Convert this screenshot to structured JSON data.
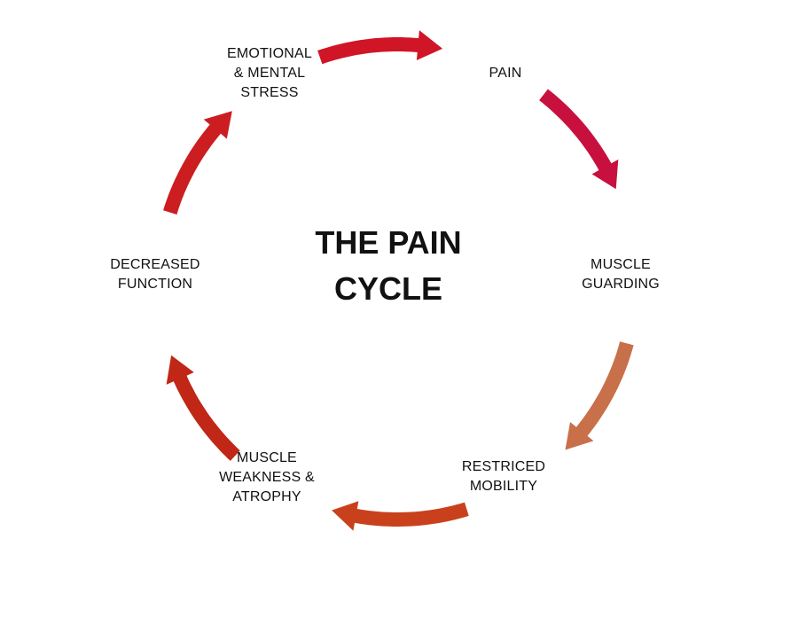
{
  "title": {
    "line1": "THE PAIN",
    "line2": "CYCLE"
  },
  "nodes": [
    {
      "id": "emotional",
      "lines": [
        "EMOTIONAL",
        "& MENTAL",
        "STRESS"
      ]
    },
    {
      "id": "pain",
      "lines": [
        "PAIN"
      ]
    },
    {
      "id": "guarding",
      "lines": [
        "MUSCLE",
        "GUARDING"
      ]
    },
    {
      "id": "restricted",
      "lines": [
        "RESTRICED",
        "MOBILITY"
      ]
    },
    {
      "id": "weakness",
      "lines": [
        "MUSCLE",
        "WEAKNESS &",
        "ATROPHY"
      ]
    },
    {
      "id": "decreased",
      "lines": [
        "DECREASED",
        "FUNCTION"
      ]
    }
  ],
  "arrows": [
    {
      "from": "emotional",
      "to": "pain",
      "color": "#d01527"
    },
    {
      "from": "pain",
      "to": "guarding",
      "color": "#c8103e"
    },
    {
      "from": "guarding",
      "to": "restricted",
      "color": "#c8704a"
    },
    {
      "from": "restricted",
      "to": "weakness",
      "color": "#c9411c"
    },
    {
      "from": "weakness",
      "to": "decreased",
      "color": "#c02716"
    },
    {
      "from": "decreased",
      "to": "emotional",
      "color": "#cc1d20"
    }
  ]
}
